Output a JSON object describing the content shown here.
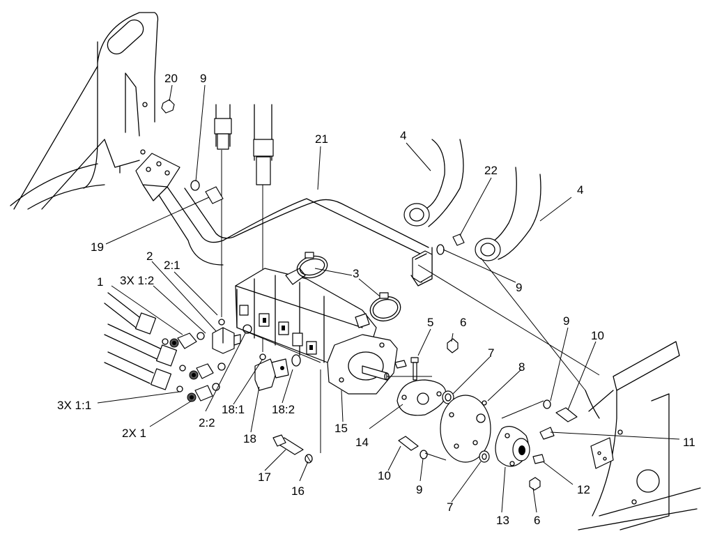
{
  "callouts": {
    "c1": "1",
    "c2": "2",
    "c2_1": "2:1",
    "c3x1_2": "3X 1:2",
    "c3x1_1": "3X 1:1",
    "c2x1": "2X 1",
    "c2_2": "2:2",
    "c3": "3",
    "c4a": "4",
    "c4b": "4",
    "c5": "5",
    "c6a": "6",
    "c6b": "6",
    "c7a": "7",
    "c7b": "7",
    "c8": "8",
    "c9a": "9",
    "c9b": "9",
    "c9c": "9",
    "c9d": "9",
    "c10a": "10",
    "c10b": "10",
    "c11": "11",
    "c12": "12",
    "c13": "13",
    "c14": "14",
    "c15": "15",
    "c16": "16",
    "c17": "17",
    "c18": "18",
    "c18_1": "18:1",
    "c18_2": "18:2",
    "c19": "19",
    "c20": "20",
    "c21": "21",
    "c22": "22"
  }
}
